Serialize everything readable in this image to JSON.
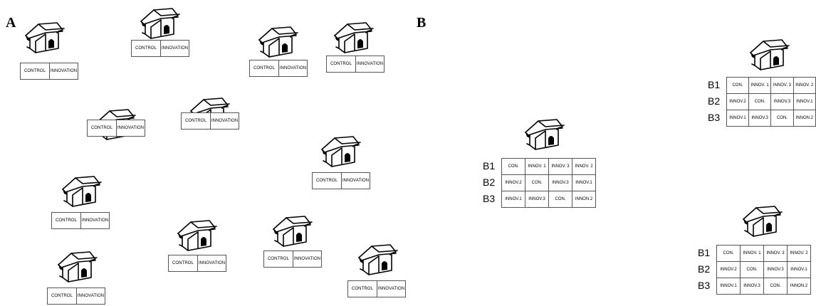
{
  "panels": {
    "a_label": "A",
    "b_label": "B"
  },
  "plot": {
    "pair_labels": [
      "CONTROL",
      "INNOVATION"
    ],
    "block_labels": [
      "B1",
      "B2",
      "B3"
    ],
    "grid_rows": [
      [
        "CON.",
        "INNOV. 1",
        "INNOV. 3",
        "INNOV. 2"
      ],
      [
        "INNOV.2",
        "CON.",
        "INNOV.3",
        "INNOV.1"
      ],
      [
        "INNOV.1",
        "INNOV.3",
        "CON.",
        "INNON.2"
      ]
    ]
  }
}
